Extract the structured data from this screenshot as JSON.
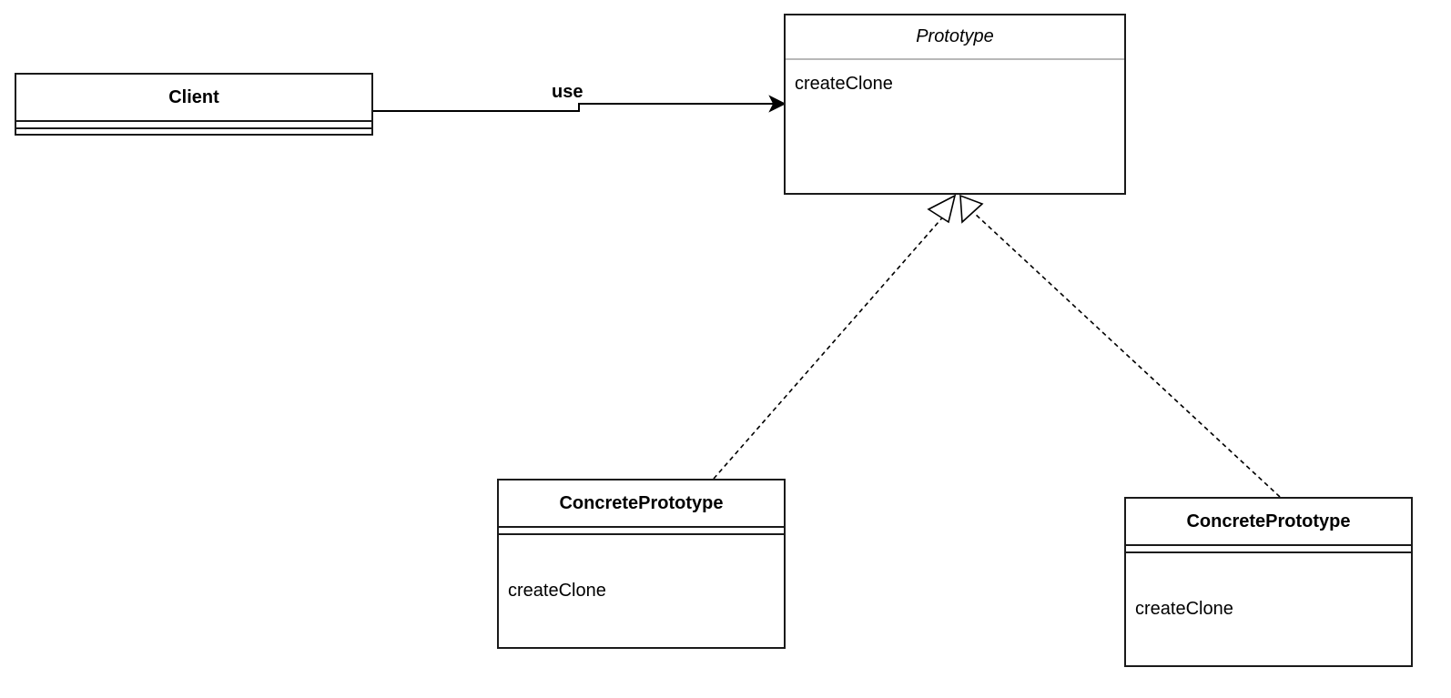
{
  "diagram": {
    "client": {
      "name": "Client"
    },
    "prototype": {
      "name": "Prototype",
      "method": "createClone"
    },
    "concrete_left": {
      "name": "ConcretePrototype",
      "method": "createClone"
    },
    "concrete_right": {
      "name": "ConcretePrototype",
      "method": "createClone"
    },
    "use_label": "use"
  }
}
